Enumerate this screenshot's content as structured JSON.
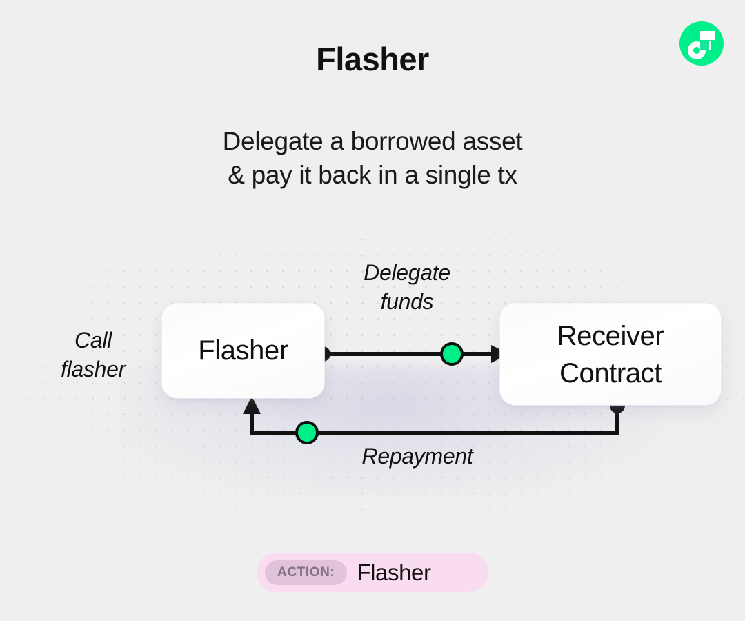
{
  "page": {
    "background_color": "#EFEFEF",
    "title": "Flasher",
    "subtitle_line1": "Delegate a borrowed asset",
    "subtitle_line2": "& pay it back in a single tx"
  },
  "logo": {
    "name": "flow-logo",
    "circle_color": "#00EF8B",
    "mark_color": "#FFFFFF"
  },
  "diagram": {
    "nodes": [
      {
        "id": "flasher",
        "label": "Flasher"
      },
      {
        "id": "receiver",
        "label": "Receiver\nContract",
        "line1": "Receiver",
        "line2": "Contract"
      }
    ],
    "labels": {
      "call": "Call\nflasher",
      "call_line1": "Call",
      "call_line2": "flasher",
      "delegate": "Delegate\nfunds",
      "delegate_line1": "Delegate",
      "delegate_line2": "funds",
      "repayment": "Repayment"
    },
    "edges": [
      {
        "id": "delegate-funds",
        "from": "flasher",
        "to": "receiver",
        "label": "Delegate funds",
        "marker": "green-node"
      },
      {
        "id": "repayment",
        "from": "receiver",
        "to": "flasher",
        "label": "Repayment",
        "marker": "green-node"
      }
    ],
    "colors": {
      "wire": "#111111",
      "node_accent": "#00EF8B",
      "dot_grid": "#D8D8D8",
      "card": "#FBFBFD"
    }
  },
  "action_badge": {
    "tag": "ACTION:",
    "value": "Flasher",
    "pill_color": "#FADCF1",
    "tag_color": "#E2C2DA"
  }
}
